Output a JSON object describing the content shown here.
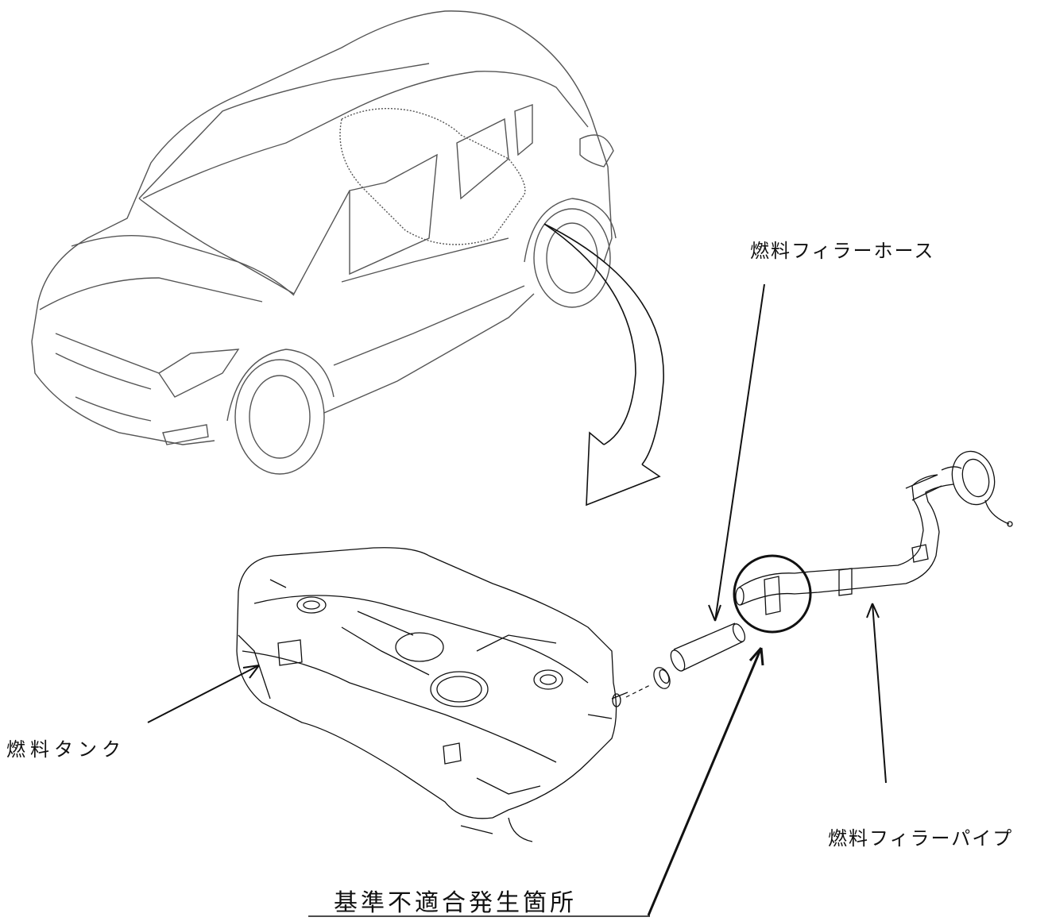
{
  "labels": {
    "filler_hose": "燃料フィラーホース",
    "fuel_tank": "燃料タンク",
    "filler_pipe": "燃料フィラーパイプ",
    "defect_location": "基準不適合発生箇所"
  },
  "colors": {
    "line": "#111111",
    "car_line": "#555555",
    "background": "#ffffff"
  }
}
